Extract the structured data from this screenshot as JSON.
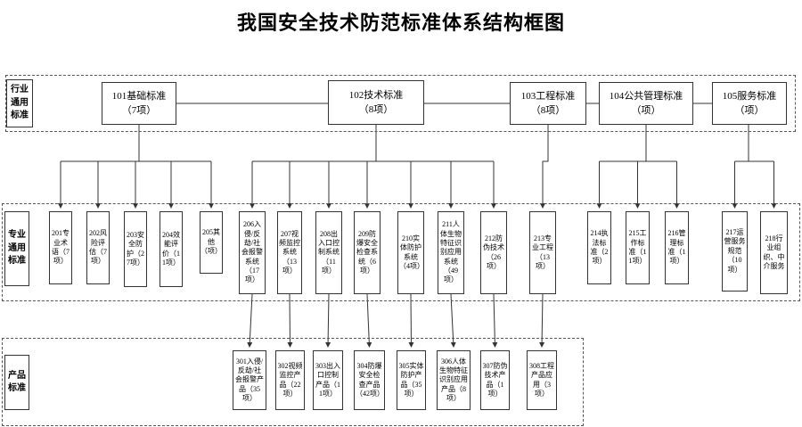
{
  "title": "我国安全技术防范标准体系结构框图",
  "groups": {
    "industry": {
      "label": "行业通用标准"
    },
    "professional": {
      "label": "专业通用标准"
    },
    "product": {
      "label": "产品标准"
    }
  },
  "row1": [
    {
      "name": "101基础标准",
      "count": "（7项）"
    },
    {
      "name": "102技术标准",
      "count": "（8项）"
    },
    {
      "name": "103工程标准",
      "count": "（8项）"
    },
    {
      "name": "104公共管理标准",
      "count": "（项）"
    },
    {
      "name": "105服务标准",
      "count": "（项）"
    }
  ],
  "row2": [
    {
      "text": "201专业术语（7项）"
    },
    {
      "text": "202风险评估（7项）"
    },
    {
      "text": "203安全防护（27项）"
    },
    {
      "text": "204效能评价（11项）"
    },
    {
      "text": "205其他（项）"
    },
    {
      "text": "206入侵/反劫/社会报警系统（17项）"
    },
    {
      "text": "207视频监控系统（13项）"
    },
    {
      "text": "208出入口控制系统（11项）"
    },
    {
      "text": "209防爆安全检查系统（6项）"
    },
    {
      "text": "210实体防护系统（4项）"
    },
    {
      "text": "211人体生物特征识别应用系统（49项）"
    },
    {
      "text": "212防伪技术（26项）"
    },
    {
      "text": "213专业工程（13项）"
    },
    {
      "text": "214执法标准（2项）"
    },
    {
      "text": "215工作标准（11项）"
    },
    {
      "text": "216管理标准（1项）"
    },
    {
      "text": "217运营服务规范（10项）"
    },
    {
      "text": "218行业组织、中介服务"
    }
  ],
  "row3": [
    {
      "text": "301入侵/反劫/社会报警产品（35项）"
    },
    {
      "text": "302视频监控产品（22项）"
    },
    {
      "text": "303出入口控制产品（11项）"
    },
    {
      "text": "304防爆安全检查产品（42项）"
    },
    {
      "text": "305实体防护产品（35项）"
    },
    {
      "text": "306人体生物特征识别应用产品（8项）"
    },
    {
      "text": "307防伪技术产品（1项）"
    },
    {
      "text": "308工程产品应用（3项）"
    }
  ]
}
